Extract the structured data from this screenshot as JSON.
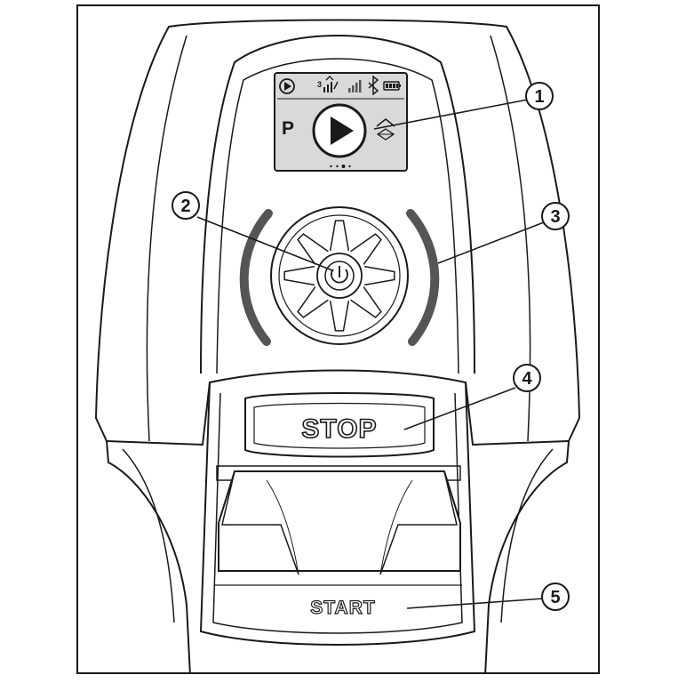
{
  "display": {
    "mode_letter": "P",
    "signal_superscript": "3",
    "status_icons": [
      "play-circle-icon",
      "gps-signal-icon",
      "cellular-signal-icon",
      "bluetooth-icon",
      "battery-icon"
    ],
    "main_icon": "play-icon",
    "side_icon": "home-station-icon",
    "page_dots": 4,
    "active_dot": 2
  },
  "buttons": {
    "stop_label": "STOP",
    "start_label": "START"
  },
  "callouts": [
    {
      "number": "1",
      "target": "display"
    },
    {
      "number": "2",
      "target": "jog-wheel-power-button"
    },
    {
      "number": "3",
      "target": "status-light-bar"
    },
    {
      "number": "4",
      "target": "stop-button"
    },
    {
      "number": "5",
      "target": "start-button"
    }
  ],
  "colors": {
    "outline": "#1a1a1a",
    "screen_bg": "#d9d9d9",
    "body_fill": "#ffffff",
    "light_bar": "#555555"
  }
}
